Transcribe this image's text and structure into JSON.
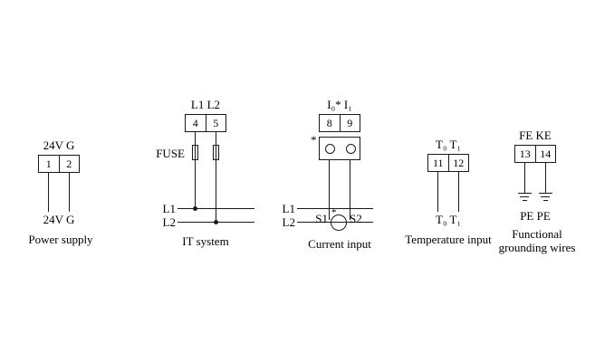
{
  "colors": {
    "background": "#ffffff",
    "ink": "#000000"
  },
  "sections": {
    "power_supply": {
      "top_label": "24V G",
      "terminals": [
        "1",
        "2"
      ],
      "bottom_label": "24V G",
      "caption": "Power supply"
    },
    "it_system": {
      "top_label": "L1 L2",
      "terminals": [
        "4",
        "5"
      ],
      "fuse_label": "FUSE",
      "line_labels": [
        "L1",
        "L2"
      ],
      "caption": "IT system"
    },
    "current_input": {
      "top_label": "I₀* I₁",
      "terminals": [
        "8",
        "9"
      ],
      "polarity_mark": "*",
      "ct_polarity_mark": "*",
      "line_labels": [
        "L1",
        "L2"
      ],
      "ct_labels": [
        "S1",
        "S2"
      ],
      "caption": "Current input"
    },
    "temperature_input": {
      "top_label": "T₀ T₁",
      "terminals": [
        "11",
        "12"
      ],
      "bottom_label": "T₀ T₁",
      "caption": "Temperature input"
    },
    "grounding": {
      "top_label": "FE KE",
      "terminals": [
        "13",
        "14"
      ],
      "bottom_label": "PE PE",
      "caption_line1": "Functional",
      "caption_line2": "grounding wires"
    }
  }
}
